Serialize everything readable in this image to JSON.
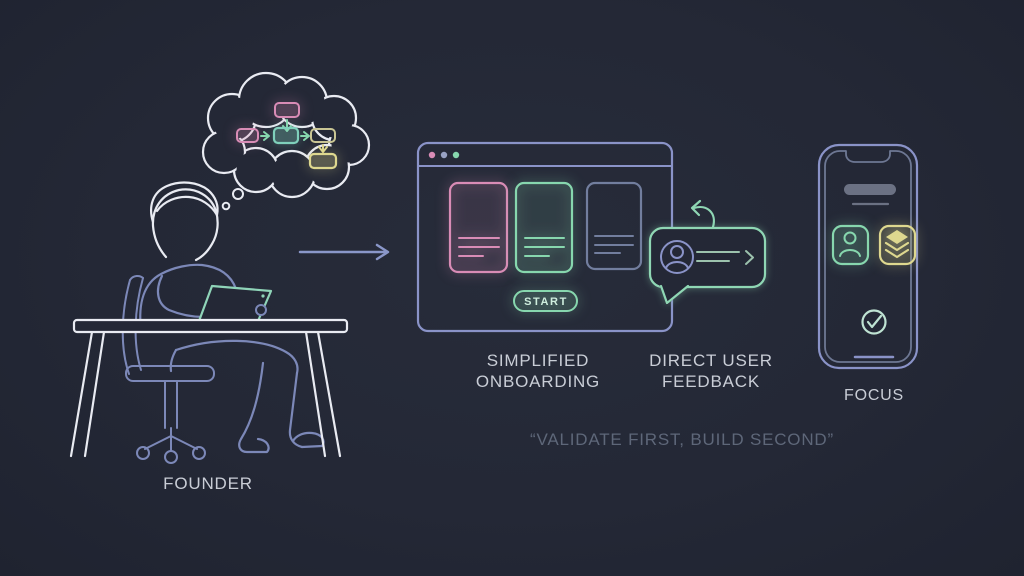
{
  "quote": {
    "text": "“VALIDATE FIRST, BUILD SECOND”"
  },
  "founder": {
    "label": "FOUNDER"
  },
  "browser": {
    "caption": [
      "SIMPLIFIED",
      "ONBOARDING"
    ],
    "start_label": "START"
  },
  "feedback": {
    "caption": [
      "DIRECT USER",
      "FEEDBACK"
    ]
  },
  "phone": {
    "label": "FOCUS"
  },
  "icons": {
    "thought": "flowchart-icon",
    "flow": "arrow-right-icon",
    "feedback_avatar": "user-avatar-icon",
    "feedback_loop": "return-arrow-icon",
    "feedback_more": "chevron-right-icon",
    "phone_apps": [
      "user-app-icon",
      "layers-app-icon"
    ],
    "phone_status": "check-circle-icon",
    "browser_controls": "window-dots-icon"
  },
  "colors": {
    "background": "#242836",
    "line_white": "#e9ebf2",
    "line_blue": "#8a93c8",
    "line_blue_dim": "#6e7894",
    "accent_pink": "#d98cb6",
    "accent_green": "#87d7ae",
    "accent_teal": "#7fd0bb",
    "accent_yellow": "#ded88f",
    "label_text": "#c9cdd6",
    "quote_text": "#5e6779"
  }
}
